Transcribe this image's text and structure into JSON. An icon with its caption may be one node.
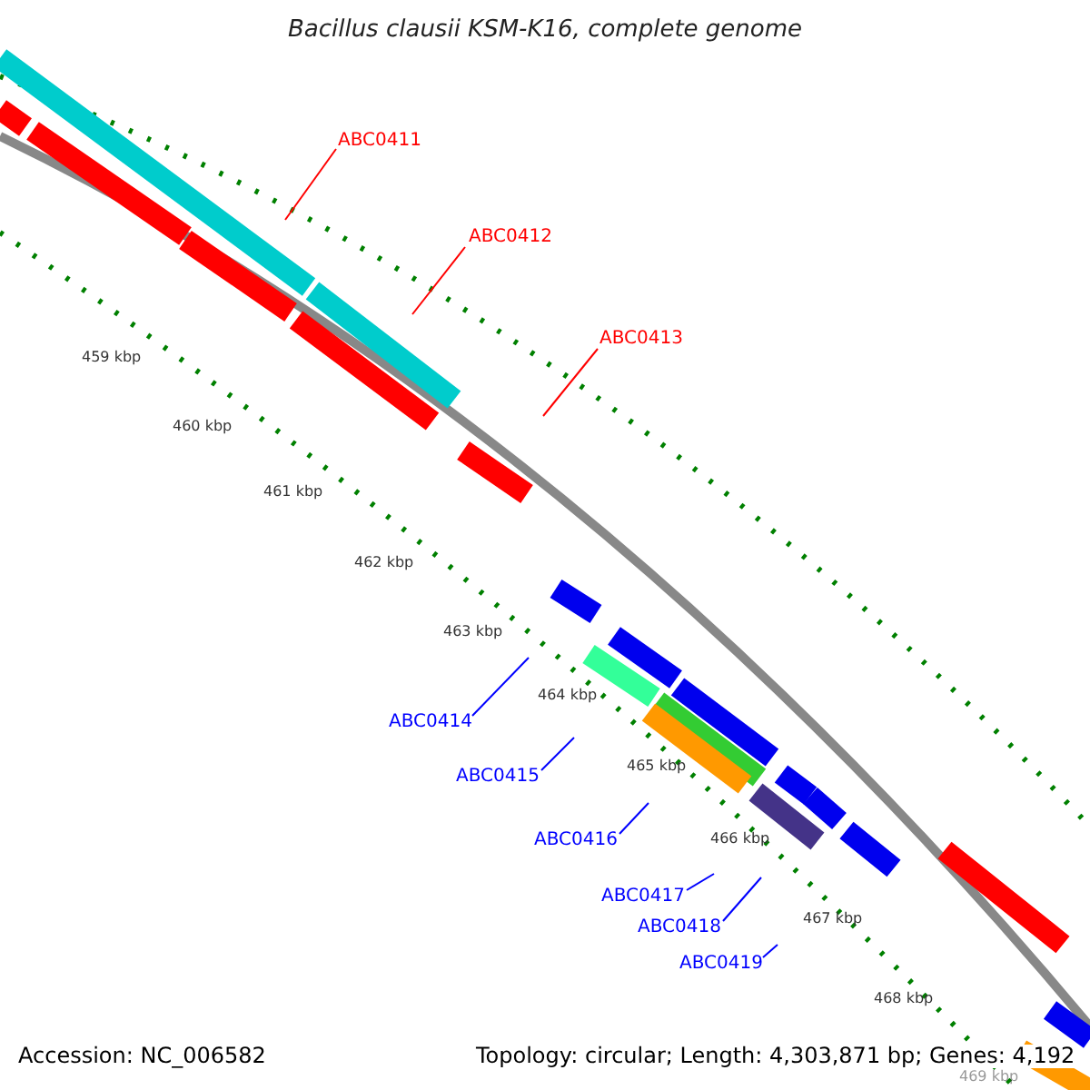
{
  "diagram": {
    "title": "Bacillus clausii KSM-K16, complete genome",
    "nodes": [
      {
        "text": [
          "ABC0411"
        ]
      },
      {
        "text": [
          "ABC0412"
        ]
      },
      {
        "text": [
          "ABC0413"
        ]
      },
      {
        "text": [
          "ABC0414"
        ]
      },
      {
        "text": [
          "ABC0415"
        ]
      },
      {
        "text": [
          "ABC0416"
        ]
      },
      {
        "text": [
          "ABC0417"
        ]
      },
      {
        "text": [
          "ABC0418"
        ]
      },
      {
        "text": [
          "ABC0419"
        ]
      }
    ],
    "edges": [
      {
        "from": 0,
        "to": null,
        "arrow": "none",
        "color": "#ff0000"
      },
      {
        "from": 1,
        "to": null,
        "arrow": "none",
        "color": "#ff0000"
      },
      {
        "from": 2,
        "to": null,
        "arrow": "none",
        "color": "#ff0000"
      },
      {
        "from": 3,
        "to": null,
        "arrow": "none"
      },
      {
        "from": 4,
        "to": null,
        "arrow": "none"
      },
      {
        "from": 5,
        "to": null,
        "arrow": "none"
      },
      {
        "from": 6,
        "to": null,
        "arrow": "none"
      },
      {
        "from": 7,
        "to": null,
        "arrow": "none"
      },
      {
        "from": 8,
        "to": null,
        "arrow": "none"
      }
    ],
    "labels": [
      "459 kbp",
      "460 kbp",
      "461 kbp",
      "462 kbp",
      "463 kbp",
      "464 kbp",
      "465 kbp",
      "466 kbp",
      "467 kbp",
      "468 kbp",
      "469 kbp",
      "Accession: NC_006582",
      "Topology: circular; Length: 4,303,871 bp; Genes: 4,192"
    ]
  }
}
